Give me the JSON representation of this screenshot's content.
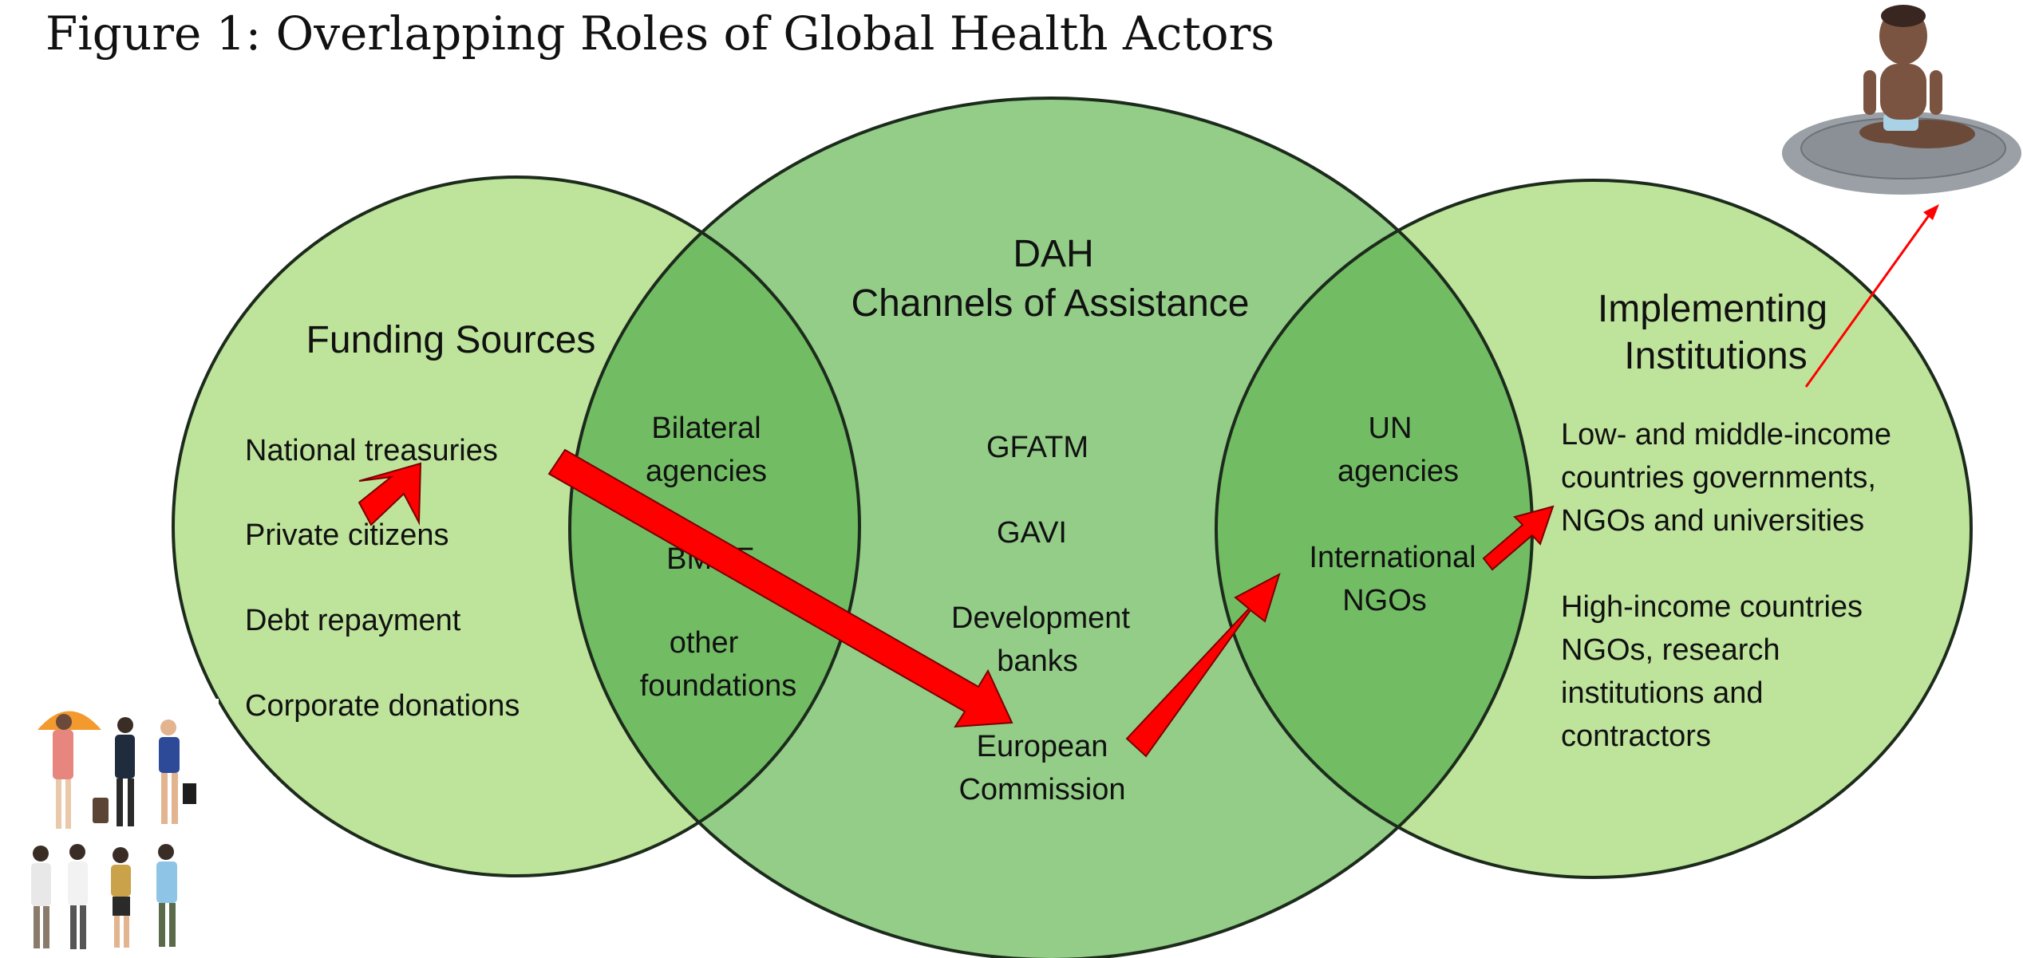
{
  "title": "Figure 1: Overlapping Roles of Global Health Actors",
  "colors": {
    "circle_left": "#bee49b",
    "circle_middle": "#93cd87",
    "overlap": "#72bd64",
    "outline": "#1c2b1c",
    "arrow": "#ff0000"
  },
  "funding": {
    "heading": "Funding Sources",
    "items": [
      "National treasuries",
      "Private citizens",
      "Debt repayment",
      "Corporate donations"
    ]
  },
  "channels": {
    "heading_line1": "DAH",
    "heading_line2": "Channels of Assistance",
    "items": [
      "GFATM",
      "GAVI"
    ],
    "dev_banks_line1": "Development",
    "dev_banks_line2": "banks",
    "ec_line1": "European",
    "ec_line2": "Commission"
  },
  "left_overlap": {
    "bilateral_line1": "Bilateral",
    "bilateral_line2": "agencies",
    "bmgf": "BMGF",
    "other_line1": "other",
    "other_line2": "foundations"
  },
  "right_overlap": {
    "un_line1": "UN",
    "un_line2": "agencies",
    "ngo_line1": "International",
    "ngo_line2": "NGOs"
  },
  "implementing": {
    "heading_line1": "Implementing",
    "heading_line2": "Institutions",
    "lmic_lines": [
      "Low- and middle-income",
      "countries governments,",
      "NGOs and universities"
    ],
    "hic_lines": [
      "High-income countries",
      "NGOs, research",
      "institutions and",
      "contractors"
    ]
  },
  "icons": {
    "people_illustration": "crowd-of-people-icon",
    "child_illustration": "seated-child-icon"
  }
}
